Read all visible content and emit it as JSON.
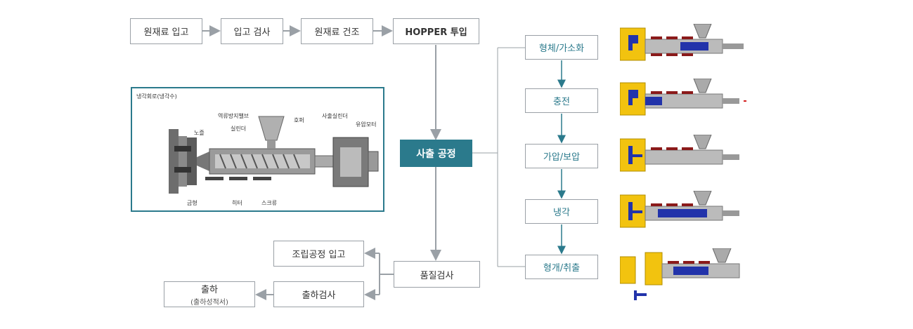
{
  "top_flow": [
    "원재료 입고",
    "입고 검사",
    "원재료 건조",
    "HOPPER 투입"
  ],
  "main_process": "사출 공정",
  "quality_check": "품질검사",
  "assembly_in": "조립공정 입고",
  "ship_check": "출하검사",
  "shipping": {
    "label": "출하",
    "sub": "(출하성적서)"
  },
  "steps": [
    "형체/가소화",
    "충전",
    "가압/보압",
    "냉각",
    "형개/취출"
  ],
  "inset_labels": {
    "cooling": "냉각회로(냉각수)",
    "valve": "역류방지밸브",
    "nozzle": "노즐",
    "cylinder": "실린더",
    "hopper": "호퍼",
    "inj_cylinder": "사출실린더",
    "oil_motor": "유압모터",
    "mold": "금형",
    "heater": "히터",
    "screw": "스크류"
  },
  "colors": {
    "accent": "#2b7a8c",
    "mold": "#f2c30f",
    "melt": "#2233aa",
    "heater": "#8b1a1a",
    "arrow": "#d42020"
  }
}
